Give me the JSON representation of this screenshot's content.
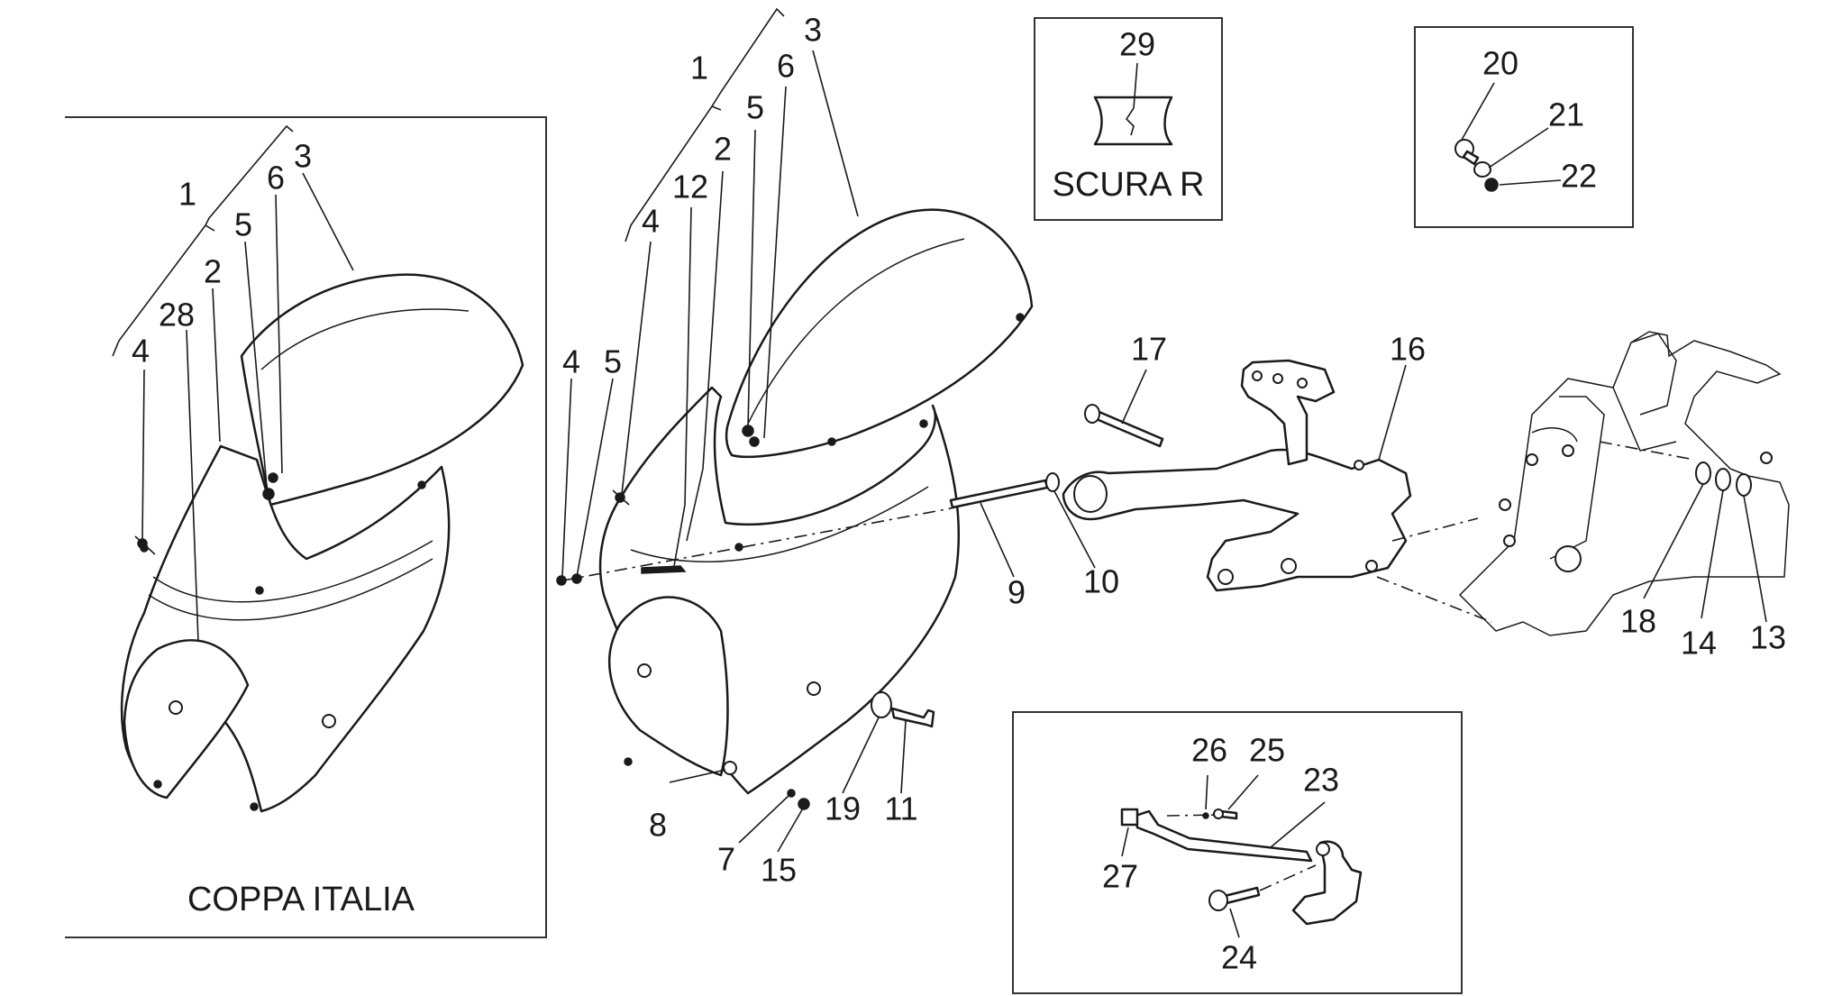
{
  "captions": {
    "coppa_italia": "COPPA ITALIA",
    "scura_r": "SCURA R"
  },
  "callouts": [
    {
      "id": "l-1",
      "text": "1"
    },
    {
      "id": "l-3",
      "text": "3"
    },
    {
      "id": "l-6",
      "text": "6"
    },
    {
      "id": "l-5",
      "text": "5"
    },
    {
      "id": "l-2",
      "text": "2"
    },
    {
      "id": "l-28",
      "text": "28"
    },
    {
      "id": "l-4",
      "text": "4"
    },
    {
      "id": "m-1",
      "text": "1"
    },
    {
      "id": "m-3",
      "text": "3"
    },
    {
      "id": "m-6",
      "text": "6"
    },
    {
      "id": "m-5",
      "text": "5"
    },
    {
      "id": "m-2",
      "text": "2"
    },
    {
      "id": "m-12",
      "text": "12"
    },
    {
      "id": "m-4a",
      "text": "4"
    },
    {
      "id": "m-4b",
      "text": "4"
    },
    {
      "id": "m-5b",
      "text": "5"
    },
    {
      "id": "n-9",
      "text": "9"
    },
    {
      "id": "n-10",
      "text": "10"
    },
    {
      "id": "n-17",
      "text": "17"
    },
    {
      "id": "n-16",
      "text": "16"
    },
    {
      "id": "n-18",
      "text": "18"
    },
    {
      "id": "n-19",
      "text": "19"
    },
    {
      "id": "n-11",
      "text": "11"
    },
    {
      "id": "n-8",
      "text": "8"
    },
    {
      "id": "n-7",
      "text": "7"
    },
    {
      "id": "n-15",
      "text": "15"
    },
    {
      "id": "n-14",
      "text": "14"
    },
    {
      "id": "n-13",
      "text": "13"
    },
    {
      "id": "n-29",
      "text": "29"
    },
    {
      "id": "n-20",
      "text": "20"
    },
    {
      "id": "n-21",
      "text": "21"
    },
    {
      "id": "n-22",
      "text": "22"
    },
    {
      "id": "n-26",
      "text": "26"
    },
    {
      "id": "n-25",
      "text": "25"
    },
    {
      "id": "n-23",
      "text": "23"
    },
    {
      "id": "n-27",
      "text": "27"
    },
    {
      "id": "n-24",
      "text": "24"
    }
  ]
}
